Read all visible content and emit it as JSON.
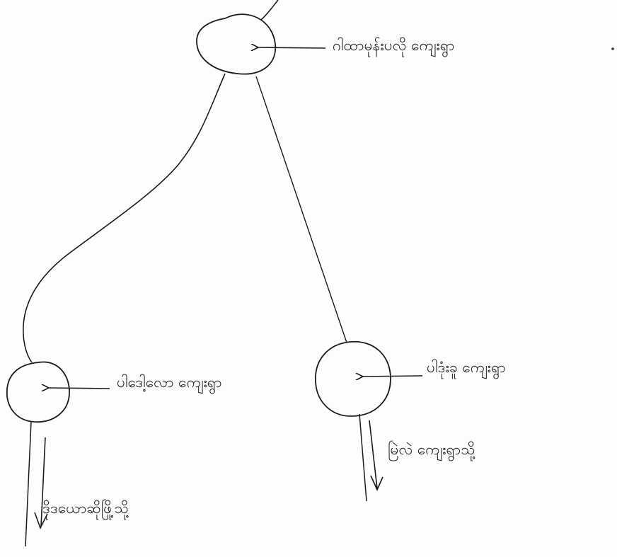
{
  "nodes": {
    "top": {
      "label": "ဂါထာမုန်းပလို ကျေးရွာ"
    },
    "left": {
      "label": "ပါဒေါ့လော ကျေးရွာ"
    },
    "right": {
      "label": "ပါဒုံးခူ ကျေးရွာ"
    }
  },
  "directions": {
    "right_branch": "မြဲလဲ ကျေးရွာသို့",
    "left_branch": "ဒိုဒယောဆိုဖြို့သို့"
  }
}
